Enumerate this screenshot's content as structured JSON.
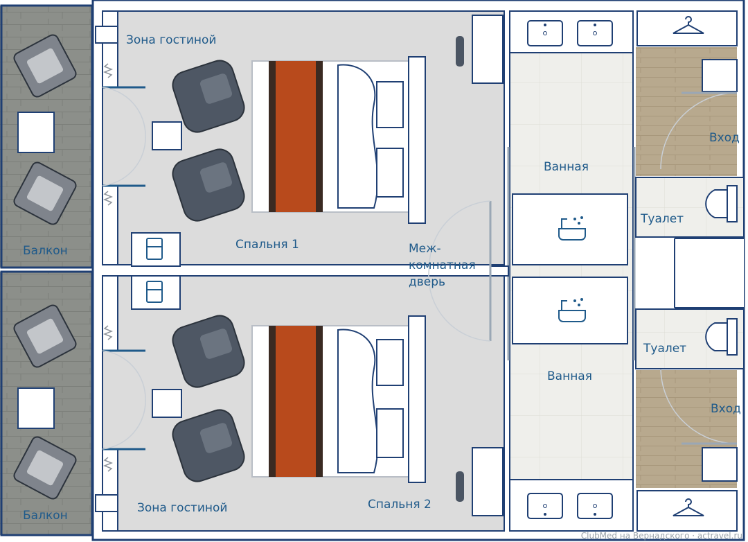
{
  "labels": {
    "living_zone_top": "Зона гостиной",
    "living_zone_bottom": "Зона гостиной",
    "bedroom_1": "Спальня 1",
    "bedroom_2": "Спальня 2",
    "balcony_top": "Балкон",
    "balcony_bottom": "Балкон",
    "bathroom_top": "Ванная",
    "bathroom_bottom": "Ванная",
    "toilet_top": "Туалет",
    "toilet_bottom": "Туалет",
    "entrance_top": "Вход",
    "entrance_bottom": "Вход",
    "connecting_door_line1": "Меж-",
    "connecting_door_line2": "комнатная",
    "connecting_door_line3": "дверь"
  },
  "watermark": "ClubMed на Вернадского · actravel.ru",
  "colors": {
    "wall": "#1f3f73",
    "room_floor": "#dcdcdc",
    "balcony_floor": "#8a8c87",
    "wood_floor": "#b9aa8f",
    "tile_floor": "#eeeeea",
    "bed_runner": "#b84a1c",
    "chair": "#505a66",
    "label": "#1f5a8a"
  }
}
